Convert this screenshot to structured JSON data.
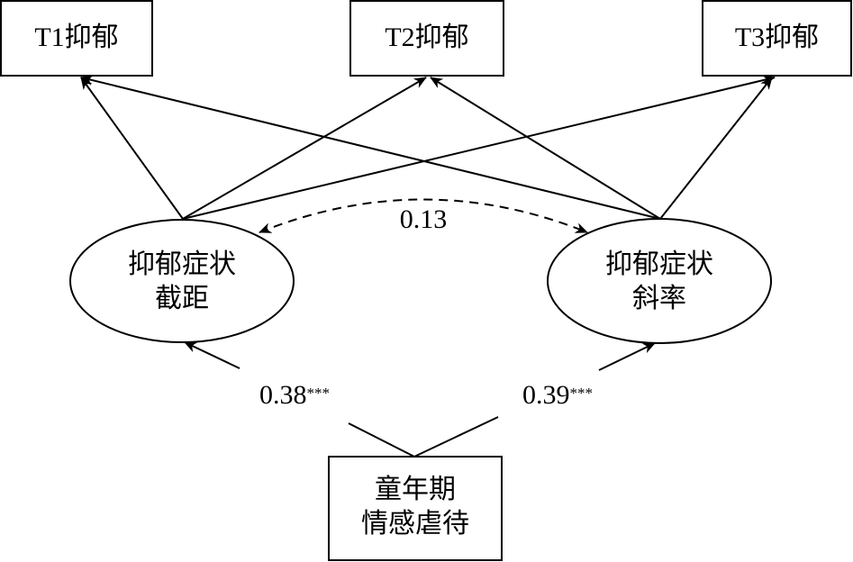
{
  "diagram": {
    "type": "latent growth model path diagram",
    "observed": [
      {
        "id": "t1",
        "label": "T1抑郁"
      },
      {
        "id": "t2",
        "label": "T2抑郁"
      },
      {
        "id": "t3",
        "label": "T3抑郁"
      }
    ],
    "latent": [
      {
        "id": "intercept",
        "line1": "抑郁症状",
        "line2": "截距"
      },
      {
        "id": "slope",
        "line1": "抑郁症状",
        "line2": "斜率"
      }
    ],
    "predictor": {
      "id": "abuse",
      "line1": "童年期",
      "line2": "情感虐待"
    },
    "correlation": {
      "from": "intercept",
      "to": "slope",
      "label": "0.13",
      "style": "dashed"
    },
    "paths": [
      {
        "from": "abuse",
        "to": "intercept",
        "value": "0.38",
        "sig": "***"
      },
      {
        "from": "abuse",
        "to": "slope",
        "value": "0.39",
        "sig": "***"
      }
    ],
    "loadings": [
      {
        "from": "intercept",
        "to": "t1"
      },
      {
        "from": "intercept",
        "to": "t2"
      },
      {
        "from": "intercept",
        "to": "t3"
      },
      {
        "from": "slope",
        "to": "t1"
      },
      {
        "from": "slope",
        "to": "t2"
      },
      {
        "from": "slope",
        "to": "t3"
      }
    ]
  }
}
